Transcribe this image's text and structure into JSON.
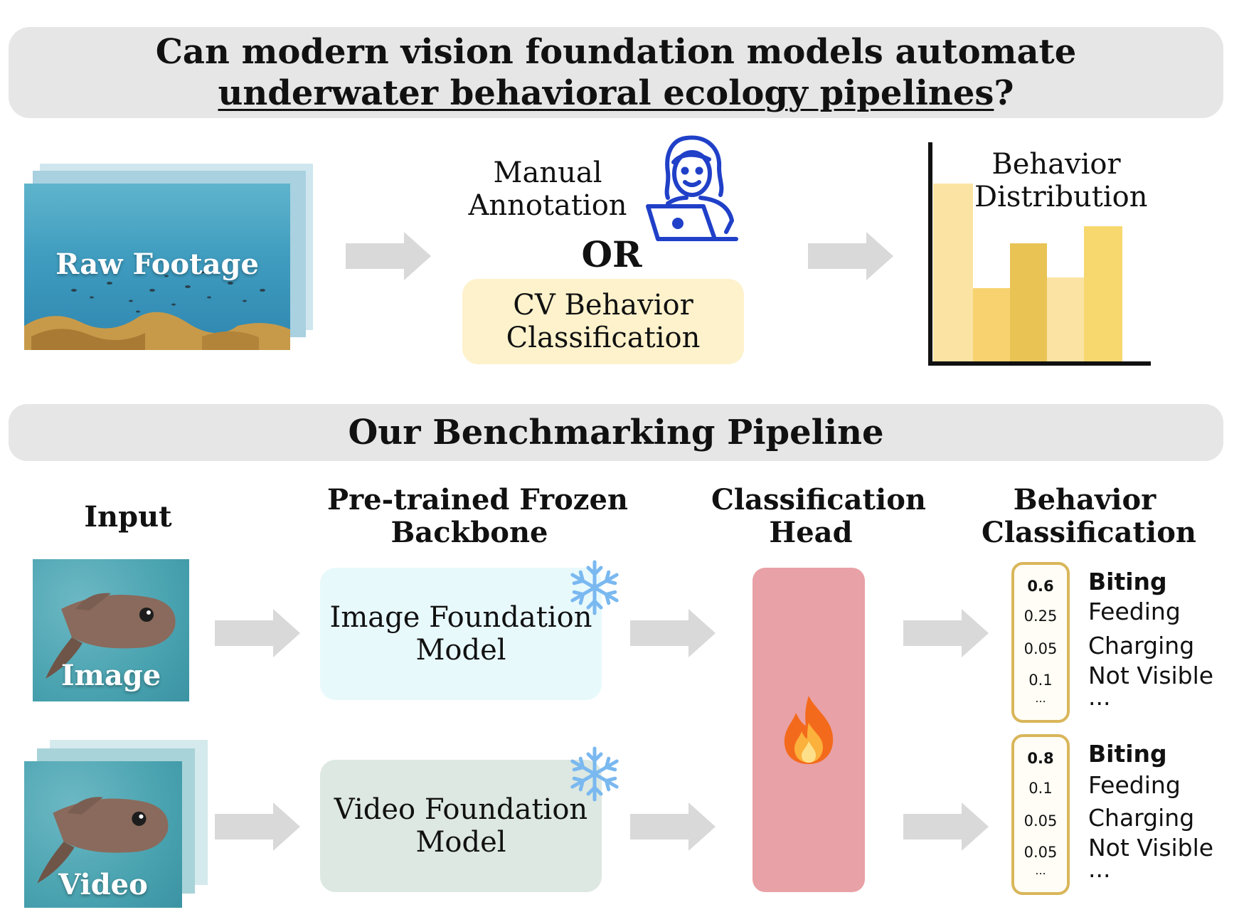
{
  "title": {
    "line1": "Can modern vision foundation models automate",
    "line2_underlined": "underwater behavioral ecology pipelines",
    "line2_suffix": "?"
  },
  "top": {
    "raw_footage_label": "Raw Footage",
    "manual_line1": "Manual",
    "manual_line2": "Annotation",
    "or_label": "OR",
    "cv_line1": "CV Behavior",
    "cv_line2": "Classification",
    "dist_line1": "Behavior",
    "dist_line2": "Distribution"
  },
  "pipeline": {
    "banner": "Our Benchmarking Pipeline",
    "col_input": "Input",
    "col_backbone_line1": "Pre-trained Frozen",
    "col_backbone_line2": "Backbone",
    "col_head_line1": "Classification",
    "col_head_line2": "Head",
    "col_out_line1": "Behavior",
    "col_out_line2": "Classification",
    "image_label": "Image",
    "video_label": "Video",
    "image_model_line1": "Image Foundation",
    "image_model_line2": "Model",
    "video_model_line1": "Video Foundation",
    "video_model_line2": "Model"
  },
  "outputs": {
    "image": {
      "probs": [
        "0.6",
        "0.25",
        "0.05",
        "0.1",
        "..."
      ],
      "classes": [
        "Biting",
        "Feeding",
        "Charging",
        "Not Visible",
        "..."
      ]
    },
    "video": {
      "probs": [
        "0.8",
        "0.1",
        "0.05",
        "0.05",
        "..."
      ],
      "classes": [
        "Biting",
        "Feeding",
        "Charging",
        "Not Visible",
        "..."
      ]
    }
  },
  "colors": {
    "banner": "#e6e6e6",
    "arrow": "#d9d9d9",
    "cv_panel": "#fdf2cc",
    "image_model_panel": "#e8f9fc",
    "video_model_panel": "#dce8e1",
    "head": "#e8a1a6",
    "bars": [
      "#fbe3a3",
      "#f7d26f",
      "#e9c455",
      "#fbe3a3",
      "#f7d86e"
    ],
    "annotator": "#2040c8",
    "snowflake": "#7ab8f0"
  },
  "icons": {
    "annotator": "person-with-laptop-icon",
    "frozen": "snowflake-icon",
    "trainable": "fire-icon"
  }
}
